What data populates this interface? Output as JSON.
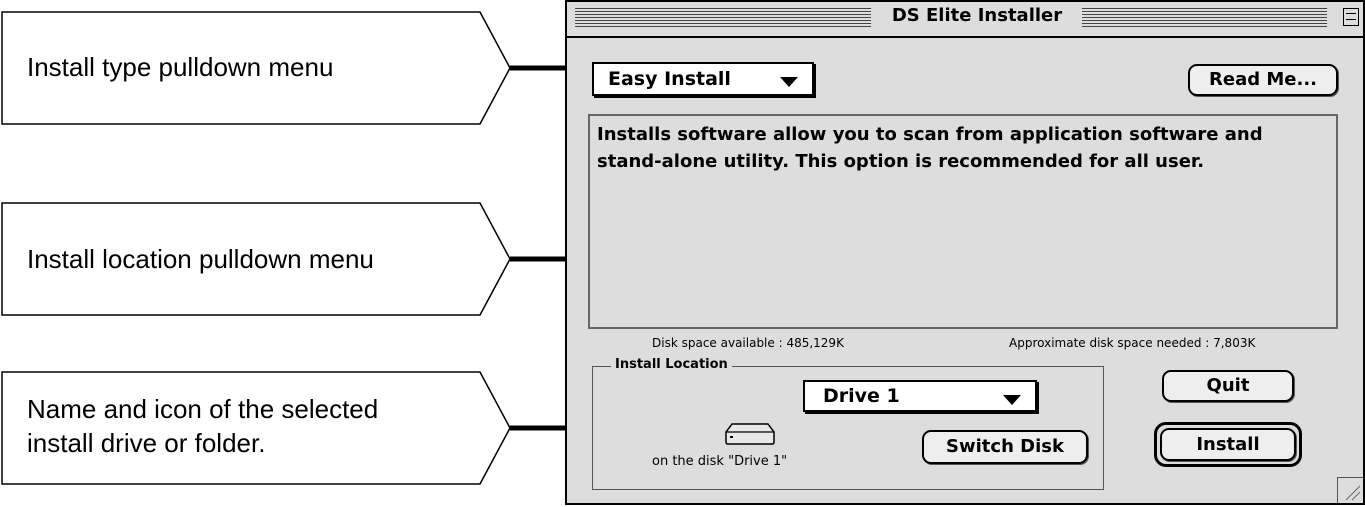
{
  "callouts": [
    {
      "label": "Install type pulldown menu"
    },
    {
      "label": "Install location pulldown menu"
    },
    {
      "label_line1": "Name and icon of the selected",
      "label_line2": "install drive or folder."
    }
  ],
  "window": {
    "title": "DS Elite Installer",
    "install_type": {
      "selected": "Easy Install"
    },
    "read_me_label": "Read Me...",
    "description": "Installs software allow you to scan from application software and stand-alone utility. This option is recommended for all user.",
    "disk_available": "Disk space available : 485,129K",
    "disk_needed": "Approximate disk space needed : 7,803K",
    "install_location": {
      "group_title": "Install Location",
      "selected": "Drive 1",
      "disk_caption": "on the disk \"Drive 1\"",
      "switch_disk_label": "Switch Disk"
    },
    "quit_label": "Quit",
    "install_label": "Install"
  }
}
